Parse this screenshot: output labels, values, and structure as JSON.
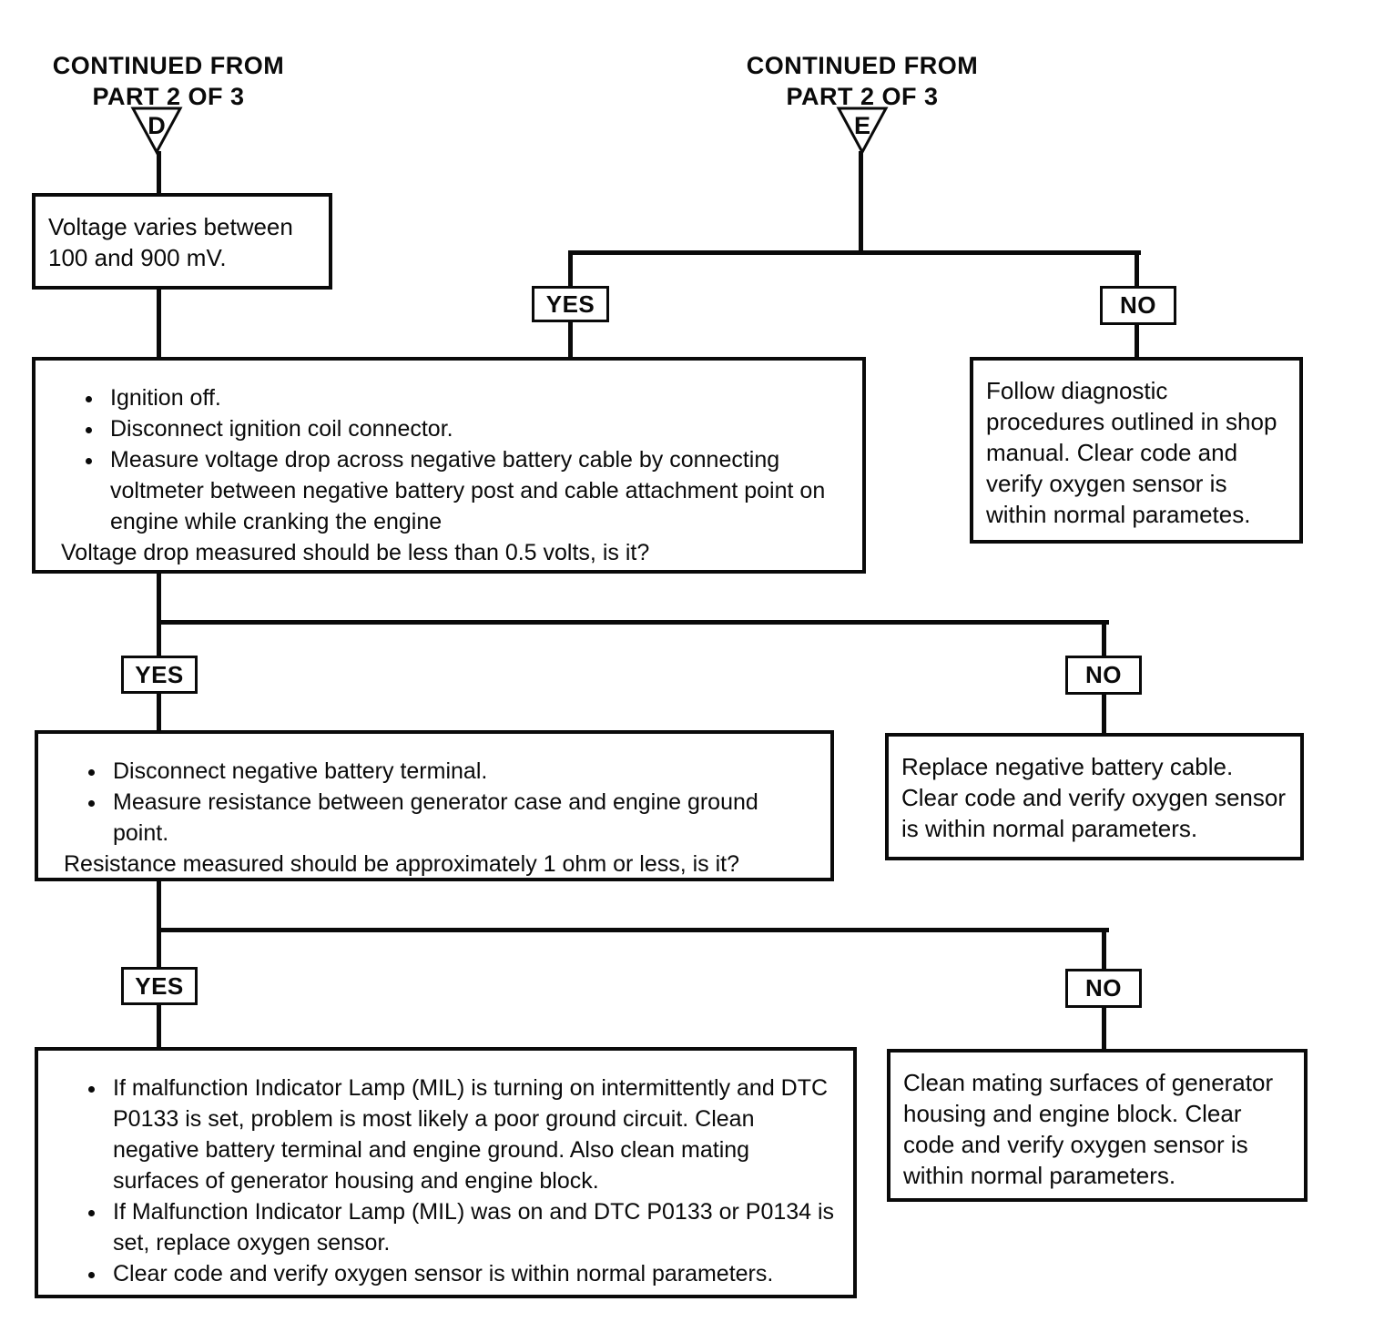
{
  "labels": {
    "yes": "YES",
    "no": "NO"
  },
  "continuations": {
    "d": {
      "line1": "CONTINUED FROM",
      "line2": "PART 2 OF 3",
      "letter": "D"
    },
    "e": {
      "line1": "CONTINUED FROM",
      "line2": "PART 2 OF 3",
      "letter": "E"
    }
  },
  "boxes": {
    "voltage_varies": {
      "text": "Voltage varies between 100 and 900 mV."
    },
    "voltage_drop_test": {
      "bullets": [
        "Ignition off.",
        "Disconnect ignition coil connector.",
        "Measure voltage drop across negative battery cable by connecting voltmeter between negative battery post and cable attachment point on engine while cranking the engine"
      ],
      "question": "Voltage drop measured should be less than 0.5 volts, is it?"
    },
    "follow_diagnostic": {
      "text": "Follow diagnostic procedures outlined in shop manual. Clear code and verify oxygen sensor is within normal parametes."
    },
    "resistance_test": {
      "bullets": [
        "Disconnect negative battery terminal.",
        "Measure resistance between generator case and engine ground point."
      ],
      "question": "Resistance measured should be approximately 1 ohm or less, is it?"
    },
    "replace_cable": {
      "text": "Replace negative battery cable. Clear code and verify oxygen sensor is within normal parameters."
    },
    "mil_diagnosis": {
      "bullets": [
        "If malfunction Indicator Lamp (MIL) is turning on intermittently and DTC P0133 is set, problem is most likely a poor ground circuit. Clean negative battery terminal and engine ground. Also clean mating surfaces of generator housing and engine block.",
        "If Malfunction Indicator Lamp (MIL) was on and DTC P0133 or P0134 is set, replace oxygen sensor.",
        "Clear code and verify oxygen sensor is within normal parameters."
      ]
    },
    "clean_surfaces": {
      "text": "Clean mating surfaces of generator housing and engine block. Clear code and verify oxygen sensor is within normal parameters."
    }
  },
  "colors": {
    "ink": "#0a0a0a",
    "paper": "#ffffff"
  }
}
